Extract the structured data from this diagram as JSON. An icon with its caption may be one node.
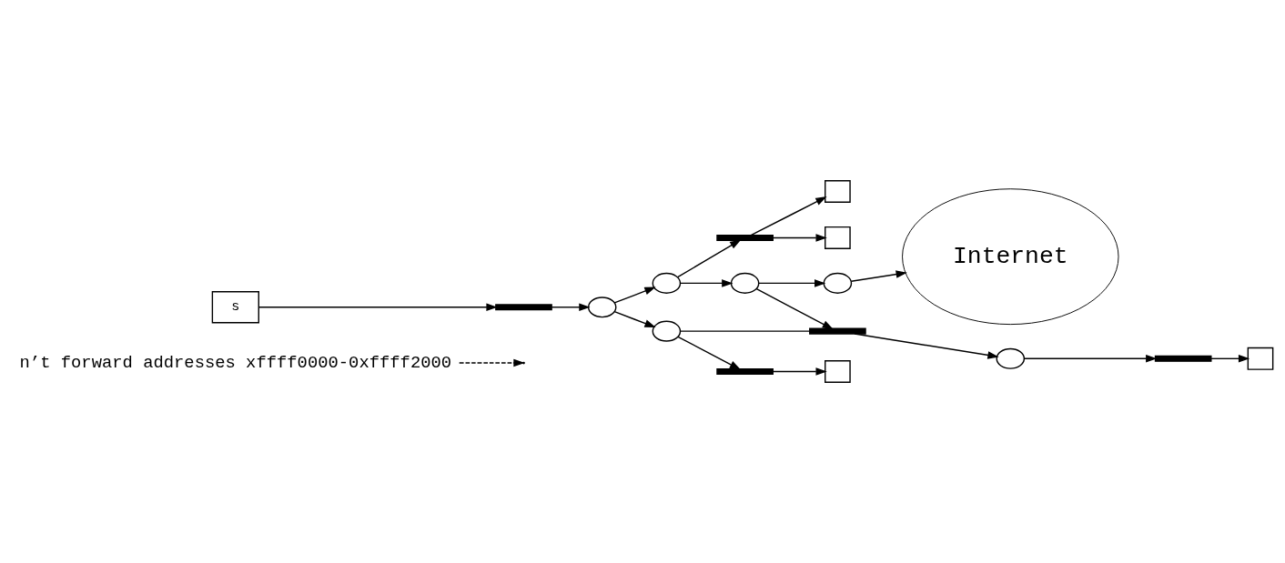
{
  "diagram": {
    "nodes": [
      {
        "text": [
          "n’t forward addresses xffff0000-0xffff2000"
        ]
      },
      {
        "text": [
          "Internet"
        ]
      },
      {
        "text": [
          "s"
        ]
      },
      {
        "text": [],
        "shape": "bar"
      },
      {
        "text": [],
        "shape": "circle"
      },
      {
        "text": [],
        "shape": "circle"
      },
      {
        "text": [],
        "shape": "bar"
      },
      {
        "text": [],
        "shape": "box"
      },
      {
        "text": [],
        "shape": "box"
      },
      {
        "text": [],
        "shape": "circle"
      },
      {
        "text": [],
        "shape": "circle"
      },
      {
        "text": [],
        "shape": "circle"
      },
      {
        "text": [],
        "shape": "bar"
      },
      {
        "text": [],
        "shape": "box"
      },
      {
        "text": [],
        "shape": "bar"
      },
      {
        "text": [],
        "shape": "circle"
      },
      {
        "text": [],
        "shape": "bar"
      },
      {
        "text": [],
        "shape": "box"
      }
    ],
    "edges": [
      {
        "from": 0,
        "to": null,
        "arrow": "to",
        "style": "dashed"
      },
      {
        "from": 2,
        "to": 3,
        "arrow": "to"
      },
      {
        "from": 3,
        "to": 4,
        "arrow": "to"
      },
      {
        "from": 4,
        "to": 5,
        "arrow": "to"
      },
      {
        "from": 5,
        "to": 6,
        "arrow": "to"
      },
      {
        "from": 6,
        "to": 7,
        "arrow": "to"
      },
      {
        "from": 6,
        "to": 8,
        "arrow": "to"
      },
      {
        "from": 5,
        "to": 9,
        "arrow": "to"
      },
      {
        "from": 9,
        "to": 10,
        "arrow": "to"
      },
      {
        "from": 10,
        "to": 1,
        "arrow": "to"
      },
      {
        "from": 4,
        "to": 11,
        "arrow": "to"
      },
      {
        "from": 11,
        "to": 12,
        "arrow": "to"
      },
      {
        "from": 12,
        "to": 13,
        "arrow": "to"
      },
      {
        "from": 9,
        "to": 14,
        "arrow": "to"
      },
      {
        "from": 11,
        "to": 14,
        "arrow": "none"
      },
      {
        "from": 14,
        "to": 15,
        "arrow": "to"
      },
      {
        "from": 15,
        "to": 16,
        "arrow": "to"
      },
      {
        "from": 16,
        "to": 17,
        "arrow": "to"
      }
    ]
  }
}
